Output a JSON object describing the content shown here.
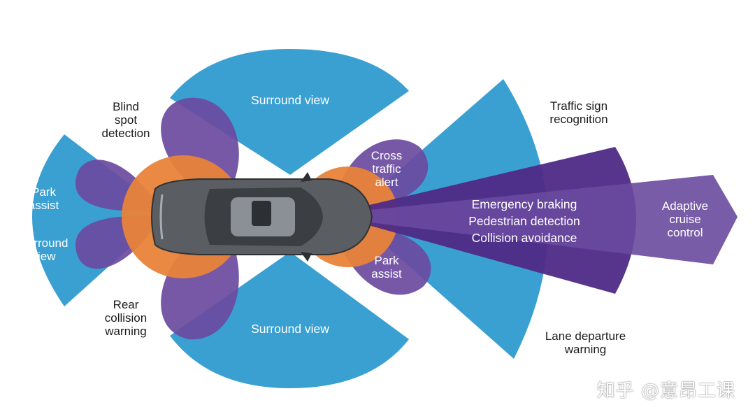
{
  "colors": {
    "blue": "#3a9fd1",
    "purple": "#6a4a9f",
    "deep_purple": "#4f2a86",
    "orange": "#e8833a",
    "car_body": "#5a5e62",
    "label_dark": "#1c1c1c",
    "label_light": "#ffffff"
  },
  "labels": {
    "surround_view_top": "Surround view",
    "surround_view_bottom": "Surround view",
    "blind_spot": [
      "Blind",
      "spot",
      "detection"
    ],
    "park_assist_rear": [
      "Park",
      "assist"
    ],
    "surround_view_rear": [
      "Surround",
      "view"
    ],
    "rear_collision": [
      "Rear",
      "collision",
      "warning"
    ],
    "cross_traffic": [
      "Cross",
      "traffic",
      "alert"
    ],
    "park_assist_front": [
      "Park",
      "assist"
    ],
    "traffic_sign": [
      "Traffic sign",
      "recognition"
    ],
    "lane_departure": [
      "Lane departure",
      "warning"
    ],
    "front_center": [
      "Emergency braking",
      "Pedestrian detection",
      "Collision avoidance"
    ],
    "adaptive_cruise": [
      "Adaptive",
      "cruise",
      "control"
    ]
  },
  "watermark": "知乎 @意昂工课",
  "icons": {
    "car": "car-top-view-icon"
  }
}
